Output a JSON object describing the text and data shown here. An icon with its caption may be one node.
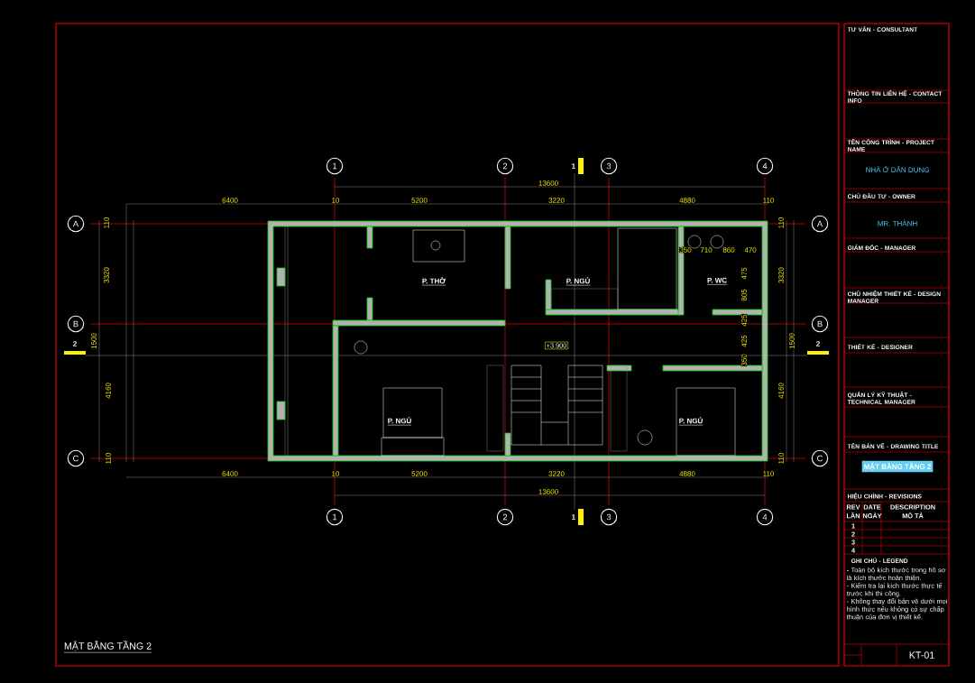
{
  "diagram": {
    "title": "MẶT BẰNG TẦNG 2",
    "labels": [
      "1",
      "2",
      "1",
      "3",
      "4",
      "13600",
      "6400",
      "10",
      "5200",
      "3220",
      "4880",
      "110",
      "A",
      "110",
      "110",
      "A",
      "350",
      "710",
      "860",
      "470",
      "3320",
      "P. THỜ",
      "P. NGỦ",
      "P. WC",
      "475",
      "3320",
      "805",
      "B",
      "425",
      "B",
      "2",
      "1500",
      "+3.900",
      "425",
      "1500",
      "2",
      "350",
      "4160",
      "4160",
      "P. NGỦ",
      "P. NGỦ",
      "C",
      "110",
      "110",
      "C",
      "6400",
      "10",
      "5200",
      "3220",
      "4880",
      "110",
      "13600",
      "1",
      "2",
      "1",
      "3",
      "4",
      "TƯ VẤN - CONSULTANT",
      "THÔNG TIN LIÊN HỆ - CONTACT INFO",
      "TÊN CÔNG TRÌNH - PROJECT NAME",
      "NHÀ Ở DÂN DỤNG",
      "CHỦ ĐẦU TƯ - OWNER",
      "MR. THÀNH",
      "GIÁM ĐỐC - MANAGER",
      "CHỦ NHIỆM THIẾT KẾ - DESIGN MANAGER",
      "THIẾT KẾ - DESIGNER",
      "QUẢN LÝ KỸ THUẬT - TECHNICAL MANAGER",
      "TÊN BẢN VẼ - DRAWING TITLE",
      "MẶT BẰNG TẦNG 2",
      "HIỆU CHỈNH - REVISIONS",
      "REV",
      "DATE",
      "DESCRIPTION",
      "LẦN",
      "NGÀY",
      "MÔ TẢ",
      "1",
      "2",
      "3",
      "4",
      "GHI CHÚ - LEGEND",
      "- Toàn bộ kích thước trong hồ sơ là kích thước hoàn thiện.",
      "- Kiểm tra lại kích thước thực tế trước khi thi công.",
      "- Không thay đổi bản vẽ dưới mọi hình thức nếu không có sự chấp thuận của đơn vị thiết kế.",
      "KT-01"
    ]
  }
}
